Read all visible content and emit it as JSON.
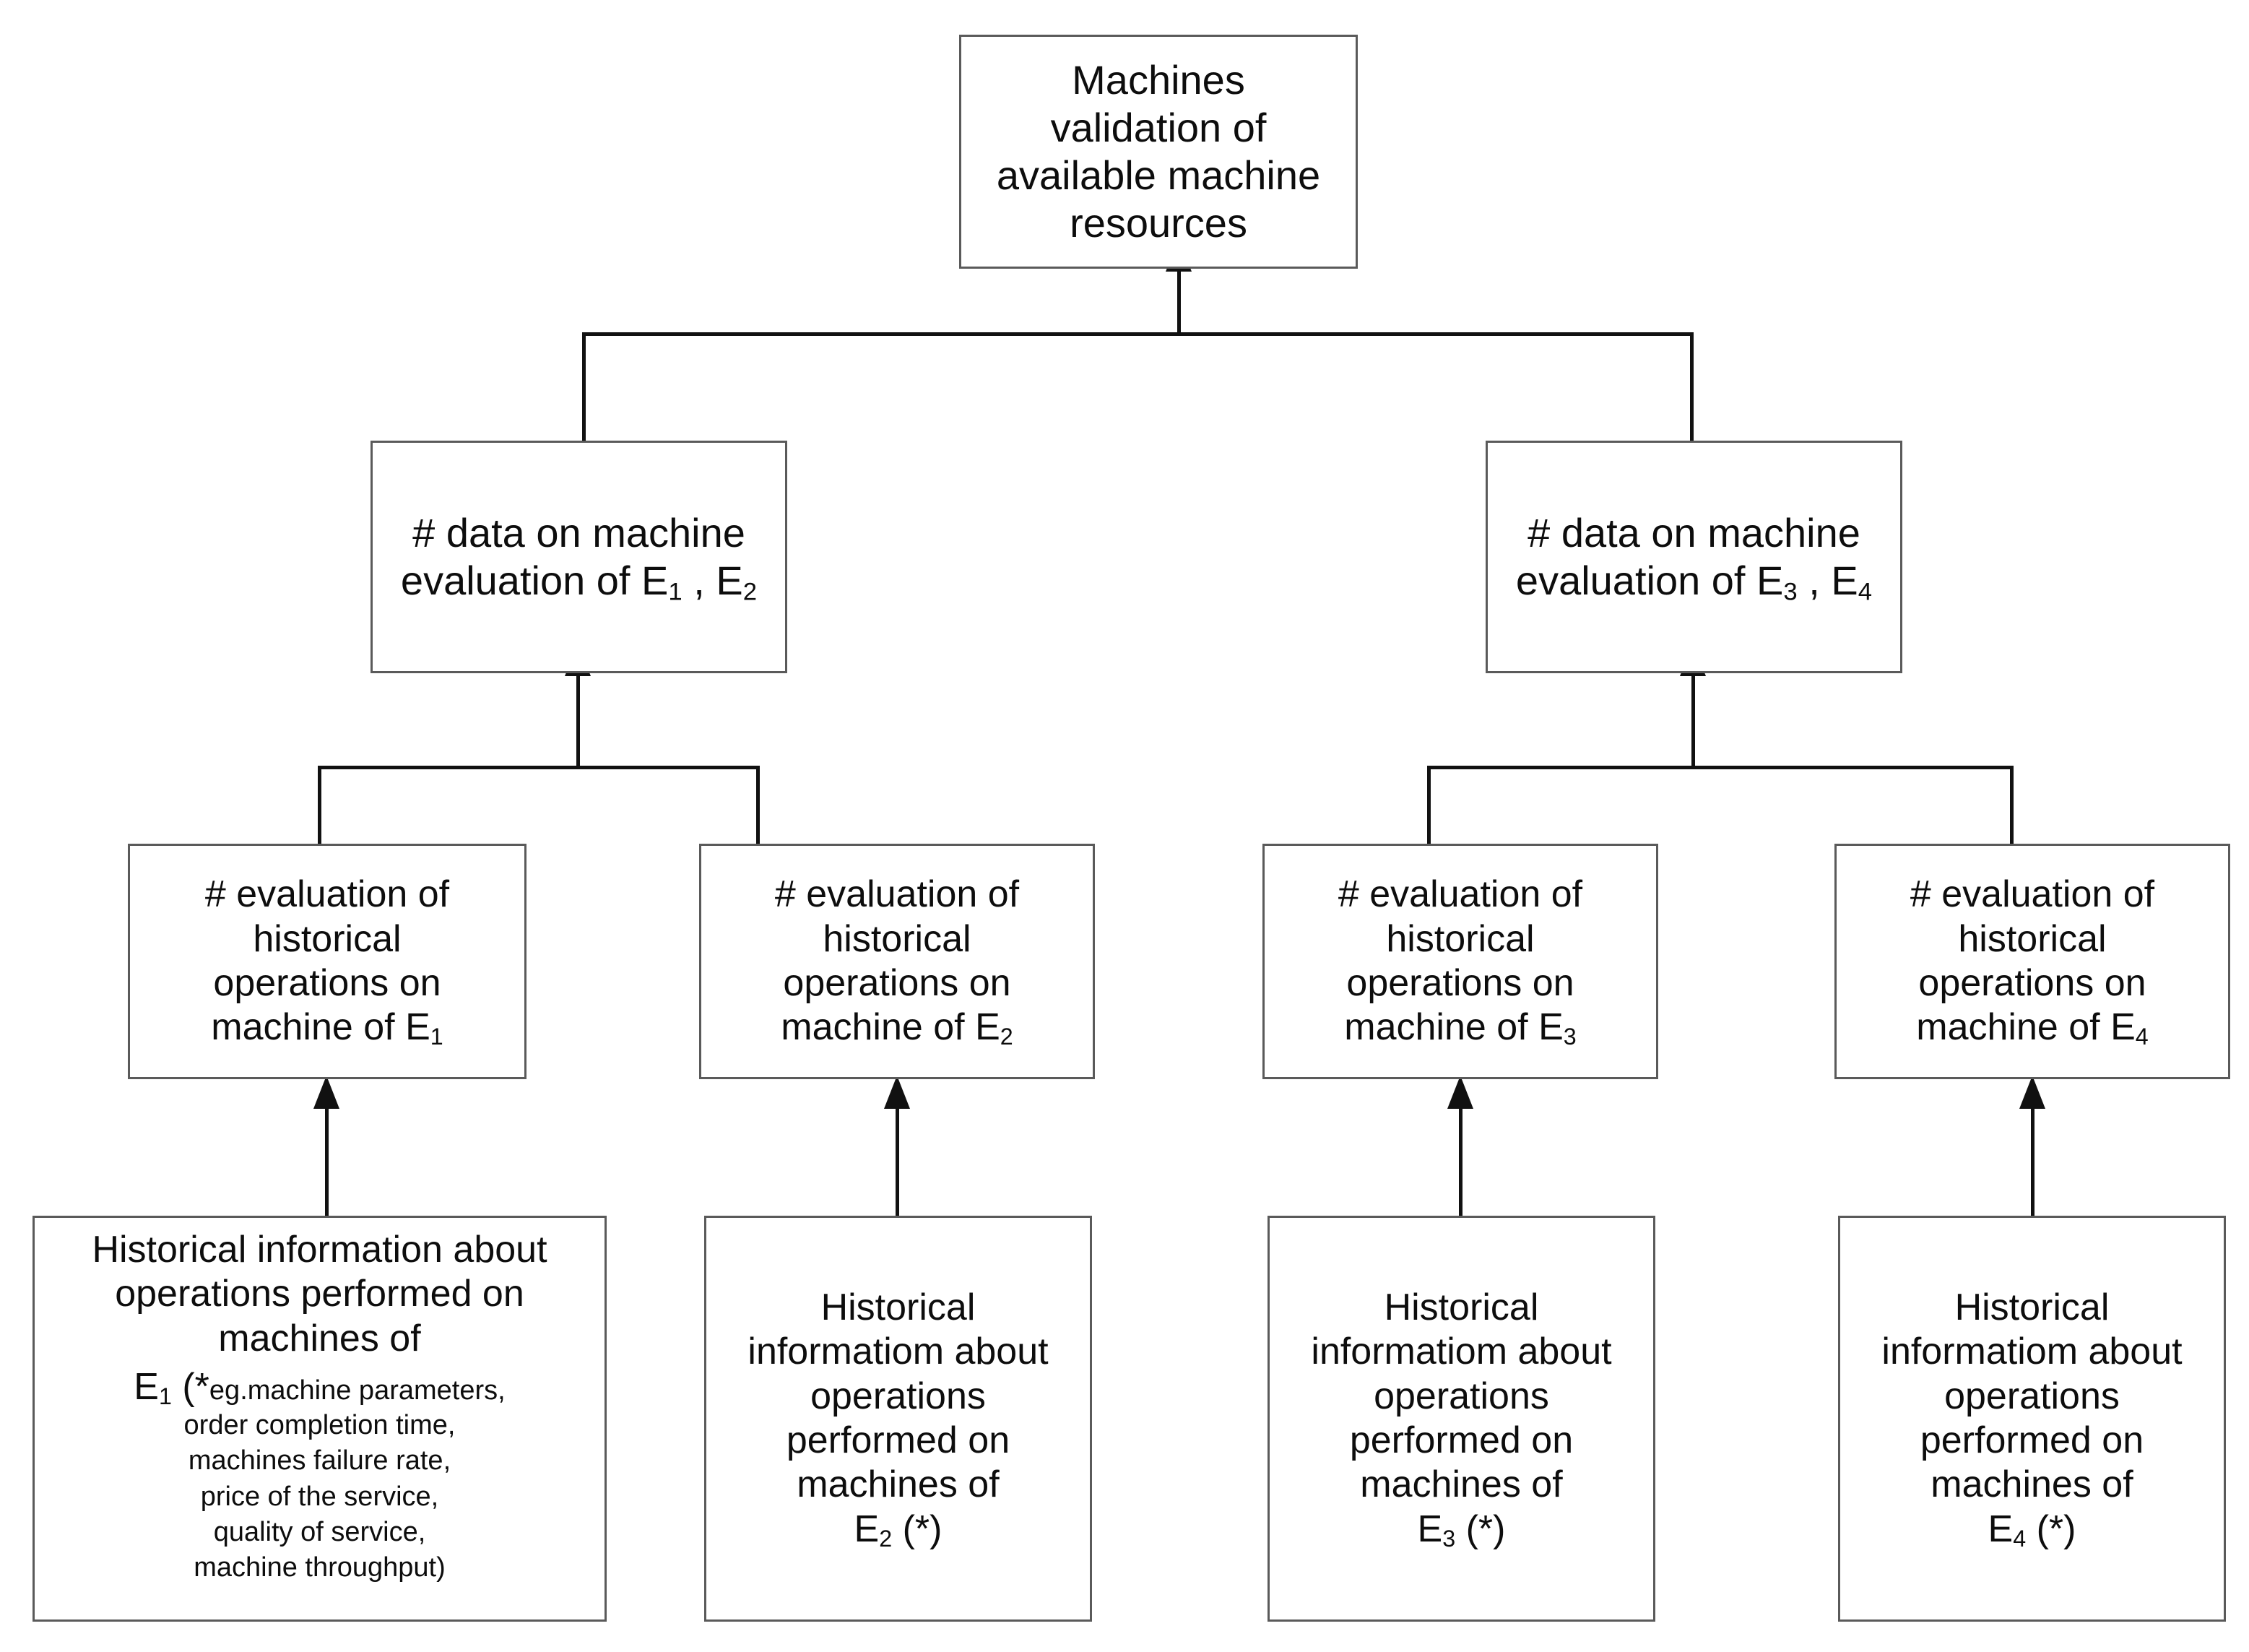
{
  "diagram": {
    "title": "Machines validation of available machine resources hierarchy",
    "orientation": "bottom-up tree",
    "line_color": "#111111",
    "box_border_color": "#5a5a5a",
    "background_color": "#ffffff",
    "text_color": "#0d0d0d"
  },
  "nodes": {
    "root": {
      "label": "Machines\nvalidation of\navailable machine\nresources"
    },
    "level2": [
      {
        "id": "data-e1-e2",
        "line1": "# data on machine",
        "line2_pre": "evaluation of E",
        "sub_a": "1",
        "mid": " , E",
        "sub_b": "2"
      },
      {
        "id": "data-e3-e4",
        "line1": "# data on machine",
        "line2_pre": "evaluation of E",
        "sub_a": "3",
        "mid": " , E",
        "sub_b": "4"
      }
    ],
    "level3": [
      {
        "id": "eval-e1",
        "head": "# evaluation of\nhistorical\noperations on\nmachine of E",
        "sub": "1"
      },
      {
        "id": "eval-e2",
        "head": "# evaluation of\nhistorical\noperations on\nmachine of E",
        "sub": "2"
      },
      {
        "id": "eval-e3",
        "head": "# evaluation of\nhistorical\noperations on\nmachine of E",
        "sub": "3"
      },
      {
        "id": "eval-e4",
        "head": "# evaluation of\nhistorical\noperations on\nmachine of E",
        "sub": "4"
      }
    ],
    "level4": [
      {
        "id": "hist-e1",
        "head": "Historical information about\noperations performed on\nmachines of",
        "sub_line_pre": "E",
        "sub": "1",
        "sub_line_post": " (*",
        "detail": "eg.machine parameters,\norder completion time,\nmachines failure rate,\nprice of the service,\nquality of service,\nmachine throughput",
        "detail_close": ")"
      },
      {
        "id": "hist-e2",
        "head": "Historical\ninformatiom about\noperations\nperformed on\nmachines of",
        "sub_line_pre": "E",
        "sub": "2",
        "sub_line_post": " (*)"
      },
      {
        "id": "hist-e3",
        "head": "Historical\ninformatiom about\noperations\nperformed on\nmachines of",
        "sub_line_pre": "E",
        "sub": "3",
        "sub_line_post": " (*)"
      },
      {
        "id": "hist-e4",
        "head": "Historical\ninformatiom about\noperations\nperformed on\nmachines of",
        "sub_line_pre": "E",
        "sub": "4",
        "sub_line_post": " (*)"
      }
    ]
  },
  "edges": [
    {
      "from": "data-e1-e2",
      "to": "root",
      "style": "elbow-arrow"
    },
    {
      "from": "data-e3-e4",
      "to": "root",
      "style": "elbow-arrow"
    },
    {
      "from": "eval-e1",
      "to": "data-e1-e2",
      "style": "elbow-arrow"
    },
    {
      "from": "eval-e2",
      "to": "data-e1-e2",
      "style": "elbow-arrow"
    },
    {
      "from": "eval-e3",
      "to": "data-e3-e4",
      "style": "elbow-arrow"
    },
    {
      "from": "eval-e4",
      "to": "data-e3-e4",
      "style": "elbow-arrow"
    },
    {
      "from": "hist-e1",
      "to": "eval-e1",
      "style": "straight-arrow"
    },
    {
      "from": "hist-e2",
      "to": "eval-e2",
      "style": "straight-arrow"
    },
    {
      "from": "hist-e3",
      "to": "eval-e3",
      "style": "straight-arrow"
    },
    {
      "from": "hist-e4",
      "to": "eval-e4",
      "style": "straight-arrow"
    }
  ]
}
